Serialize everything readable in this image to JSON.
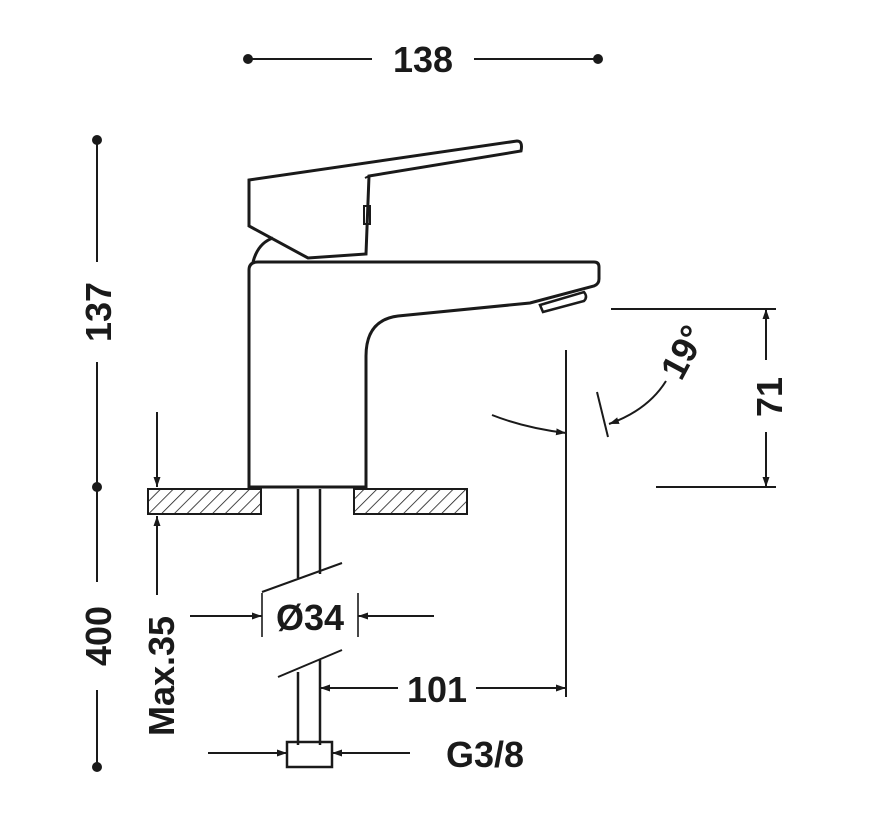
{
  "dimensions": {
    "width": "138",
    "height_top": "137",
    "height_bottom": "400",
    "max_thickness": "Max.35",
    "diameter": "Ø34",
    "reach": "101",
    "angle": "19°",
    "spout_height": "71",
    "thread": "G3/8"
  },
  "colors": {
    "line": "#1a1a1a",
    "background": "#ffffff"
  }
}
